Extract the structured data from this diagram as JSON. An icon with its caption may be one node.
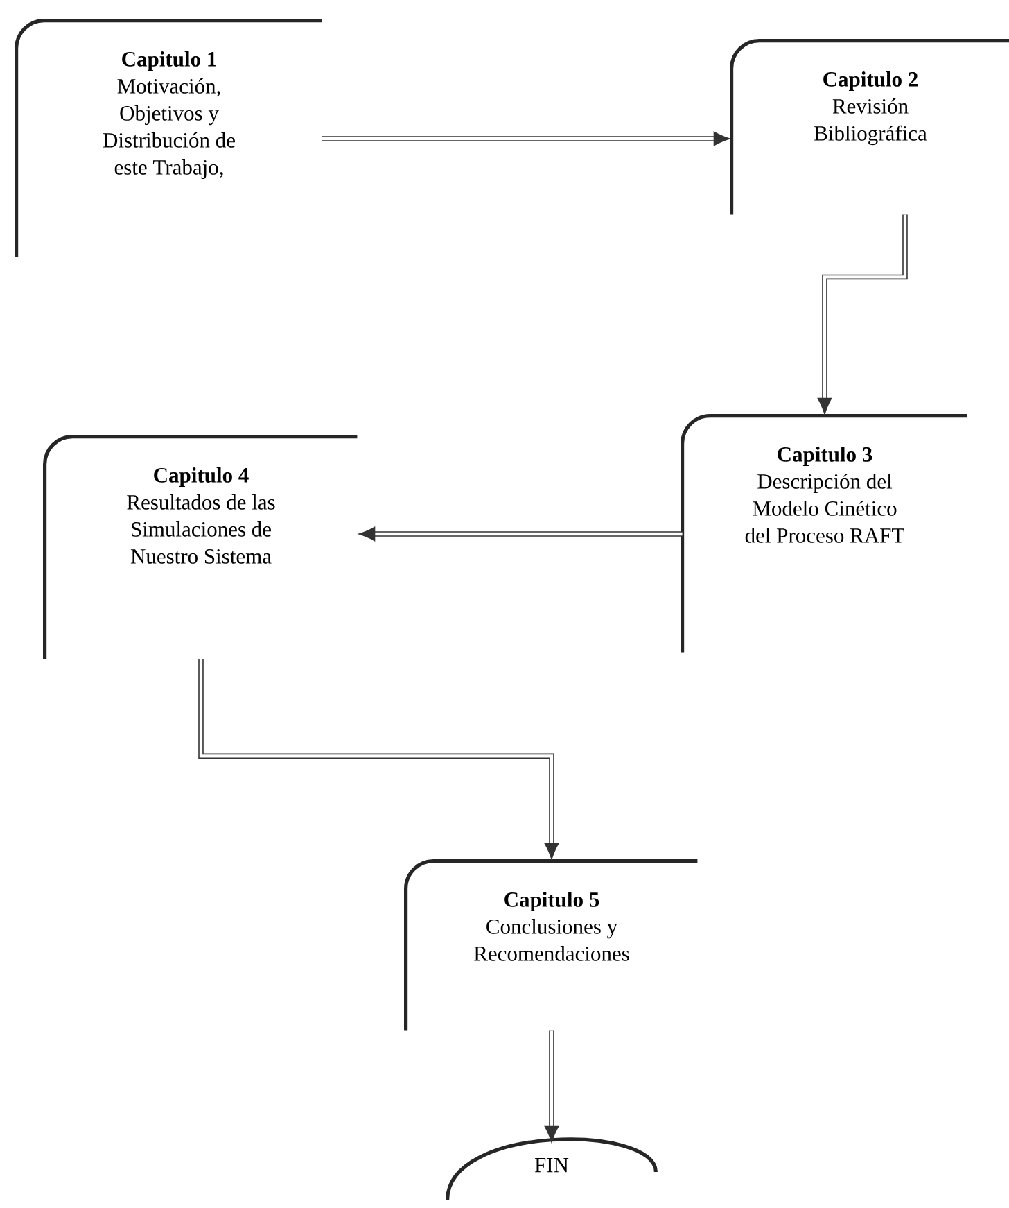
{
  "diagram": {
    "nodes": [
      {
        "text": [
          "Capitulo 1",
          "Motivación, Objetivos y Distribución de este Trabajo,"
        ]
      },
      {
        "text": [
          "Capitulo 2",
          "Revisión Bibliográfica"
        ]
      },
      {
        "text": [
          "Capitulo 3",
          "Descripción del Modelo Cinético del Proceso RAFT"
        ]
      },
      {
        "text": [
          "Capitulo 4",
          "Resultados de las Simulaciones de Nuestro Sistema"
        ]
      },
      {
        "text": [
          "Capitulo 5",
          "Conclusiones y Recomendaciones"
        ]
      },
      {
        "text": [
          "FIN"
        ]
      }
    ],
    "edges": [
      {
        "from": 0,
        "to": 1,
        "arrow": "to"
      },
      {
        "from": 1,
        "to": 2,
        "arrow": "to"
      },
      {
        "from": 2,
        "to": 3,
        "arrow": "to"
      },
      {
        "from": 3,
        "to": 4,
        "arrow": "to"
      },
      {
        "from": 4,
        "to": 5,
        "arrow": "to"
      }
    ]
  }
}
